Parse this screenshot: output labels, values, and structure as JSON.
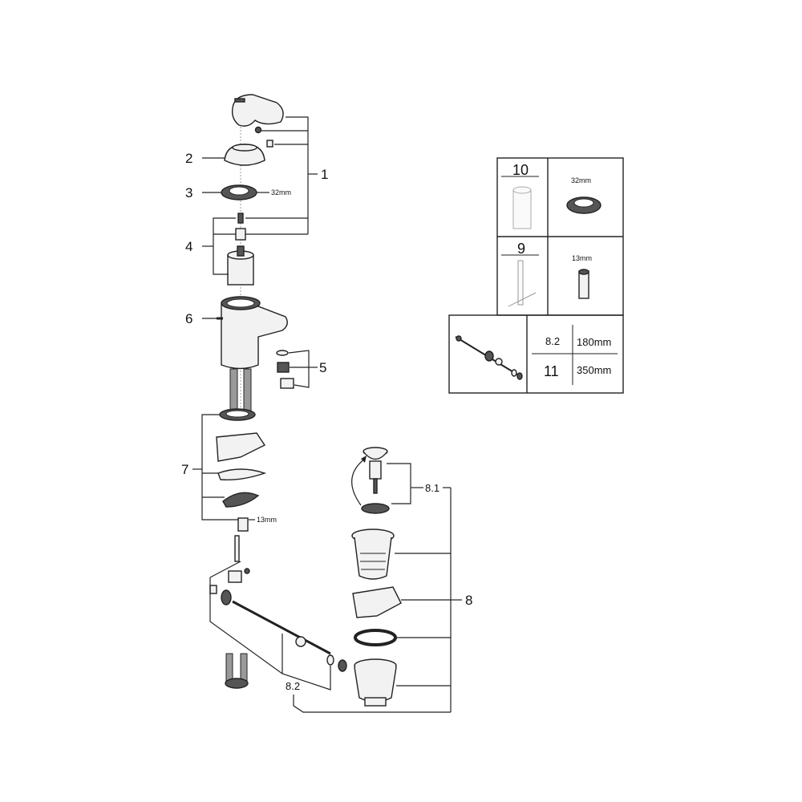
{
  "labels": {
    "p1": "1",
    "p2": "2",
    "p3": "3",
    "p4": "4",
    "p5": "5",
    "p6": "6",
    "p7": "7",
    "p8": "8",
    "p8_1": "8.1",
    "p8_2": "8.2",
    "ring_size": "32mm",
    "nut_size": "13mm"
  },
  "tools_table": {
    "tool10": {
      "number": "10",
      "size": "32mm"
    },
    "tool9": {
      "number": "9",
      "size": "13mm"
    },
    "rods": [
      {
        "number": "8.2",
        "length": "180mm"
      },
      {
        "number": "11",
        "length": "350mm"
      }
    ]
  }
}
